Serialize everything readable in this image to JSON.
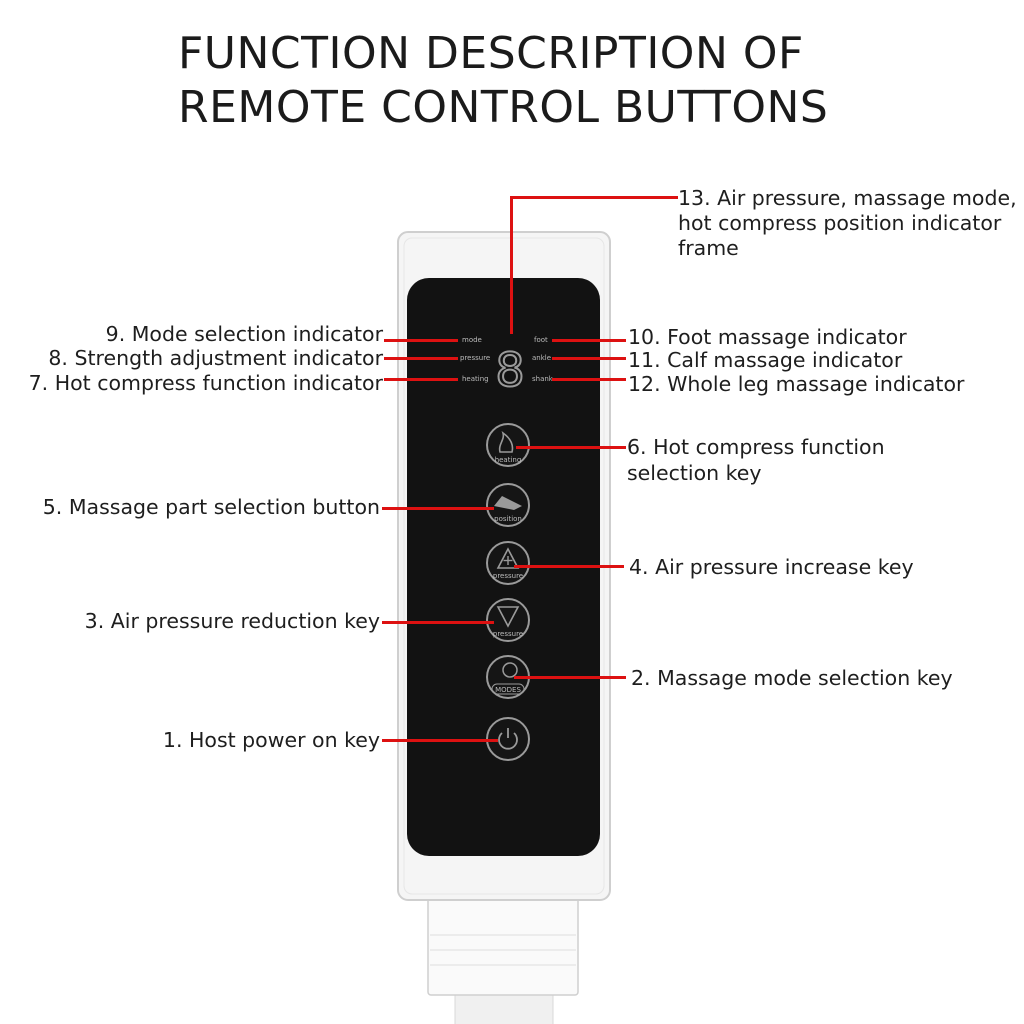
{
  "title": {
    "line1": "FUNCTION DESCRIPTION OF",
    "line2": "REMOTE CONTROL BUTTONS"
  },
  "device": {
    "display_digit": "8",
    "indicators_left": [
      "mode",
      "pressure",
      "heating"
    ],
    "indicators_right": [
      "foot",
      "ankle",
      "shank"
    ],
    "buttons": [
      {
        "icon": "flame-icon",
        "text": "heating"
      },
      {
        "icon": "foot-icon",
        "text": "position"
      },
      {
        "icon": "up-triangle-icon",
        "text": "pressure"
      },
      {
        "icon": "down-triangle-icon",
        "text": "pressure"
      },
      {
        "icon": "hand-icon",
        "text": "MODES"
      },
      {
        "icon": "power-icon",
        "text": ""
      }
    ]
  },
  "callouts": {
    "c1": "1. Host power on key",
    "c2": "2. Massage mode selection key",
    "c3": "3. Air pressure reduction key",
    "c4": "4. Air pressure increase key",
    "c5": "5. Massage part selection button",
    "c6_line1": "6. Hot compress function",
    "c6_line2": "selection key",
    "c7": "7. Hot compress function indicator",
    "c8": "8. Strength adjustment indicator",
    "c9": "9. Mode selection indicator",
    "c10": "10. Foot massage indicator",
    "c11": "11. Calf massage indicator",
    "c12": "12. Whole leg massage indicator",
    "c13_line1": "13. Air pressure, massage mode,",
    "c13_line2": "hot compress position indicator",
    "c13_line3": "frame"
  },
  "colors": {
    "callout_line": "#dd1111",
    "panel": "#111111",
    "housing": "#f4f4f4"
  }
}
